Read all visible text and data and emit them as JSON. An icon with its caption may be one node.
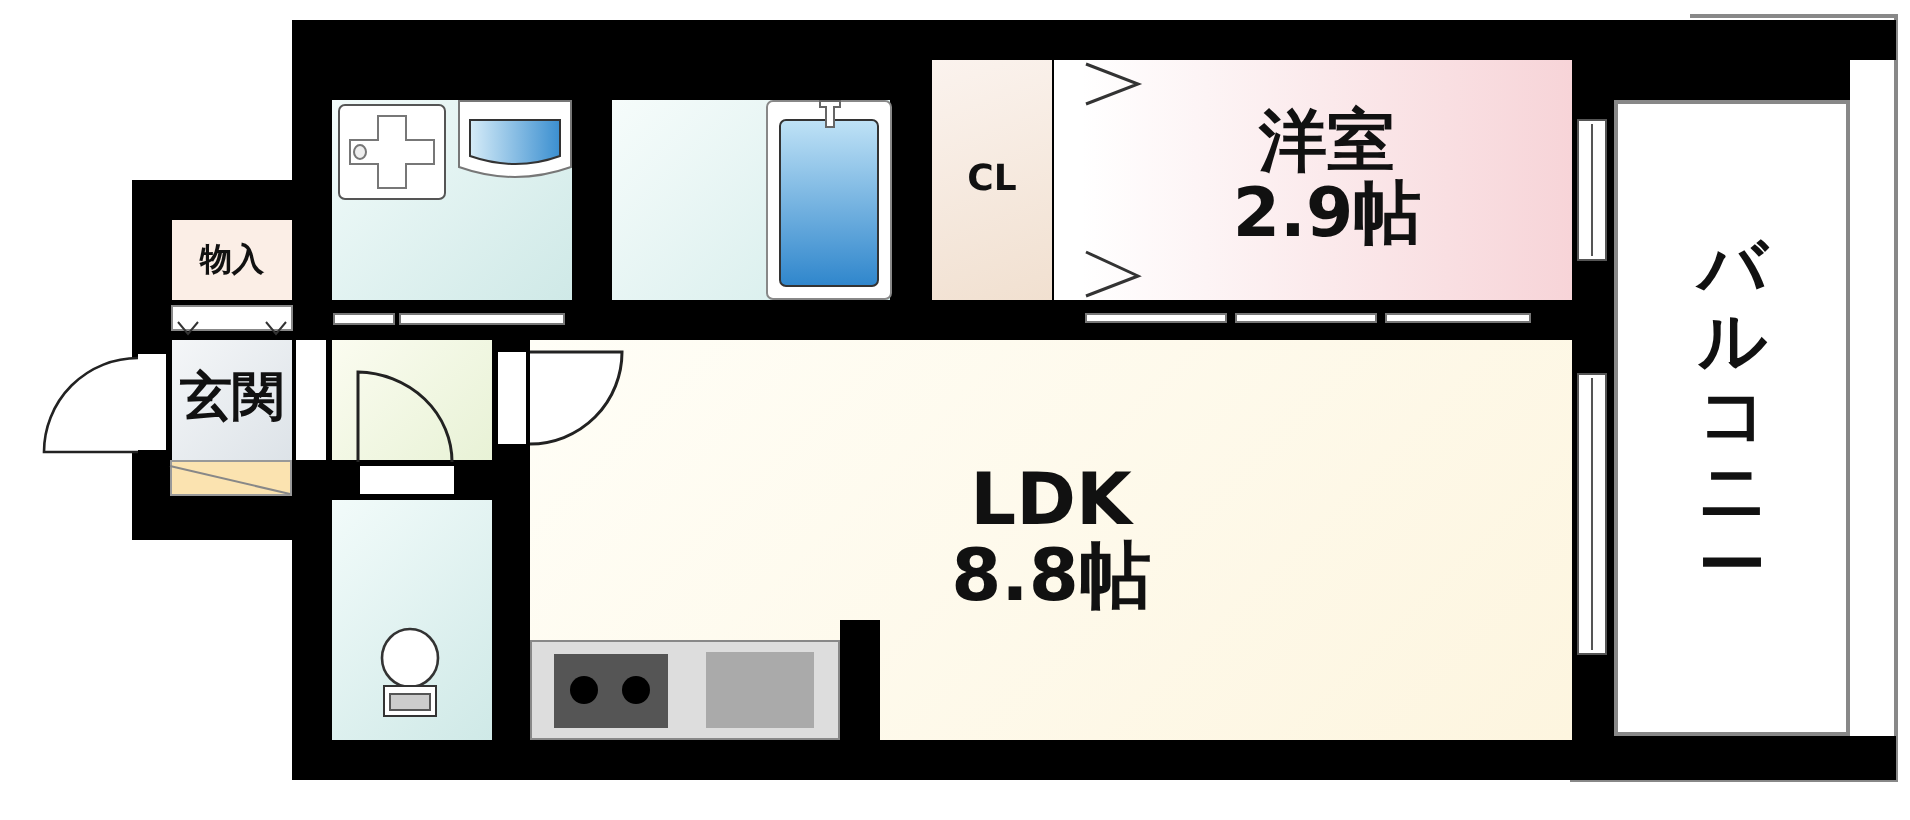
{
  "diagram": {
    "nodes": [
      {
        "text": [],
        "shape": "box"
      },
      {
        "text": [],
        "shape": "box"
      },
      {
        "text": [
          "CL"
        ]
      },
      {
        "text": [
          "洋室",
          "2.9帖"
        ]
      },
      {
        "text": [
          "物入"
        ]
      },
      {
        "text": [
          "玄関"
        ]
      },
      {
        "text": [],
        "shape": "box"
      },
      {
        "text": [
          "LDK",
          "8.8帖"
        ]
      },
      {
        "text": [],
        "shape": "box"
      },
      {
        "text": [
          "バルコニー"
        ]
      }
    ],
    "edges": []
  }
}
